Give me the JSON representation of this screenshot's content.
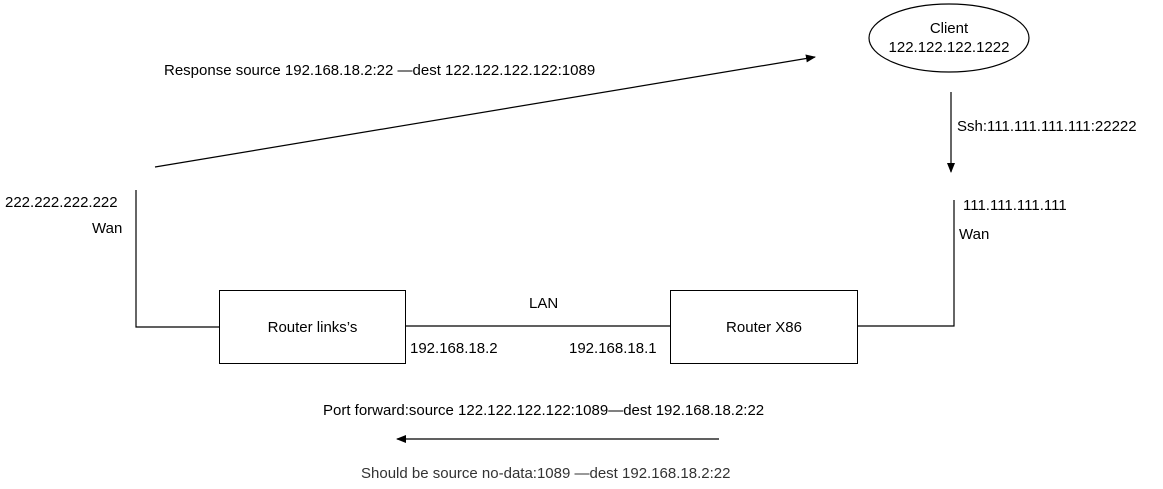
{
  "client": {
    "title": "Client",
    "ip": "122.122.122.1222"
  },
  "ssh_label": "Ssh:111.111.111.111:22222",
  "response_label": "Response  source 192.168.18.2:22  —dest 122.122.122.122:1089",
  "left_wan": {
    "ip": "222.222.222.222",
    "label": "Wan"
  },
  "right_wan": {
    "ip": "111.111.111.111",
    "label": "Wan"
  },
  "router_left": {
    "name": "Router links’s",
    "lan_ip": "192.168.18.2"
  },
  "router_right": {
    "name": "Router X86",
    "lan_ip": "192.168.18.1"
  },
  "lan_label": "LAN",
  "port_forward_label": "Port  forward:source 122.122.122.122:1089—dest 192.168.18.2:22",
  "should_be_label": "Should be  source no-data:1089 —dest 192.168.18.2:22"
}
